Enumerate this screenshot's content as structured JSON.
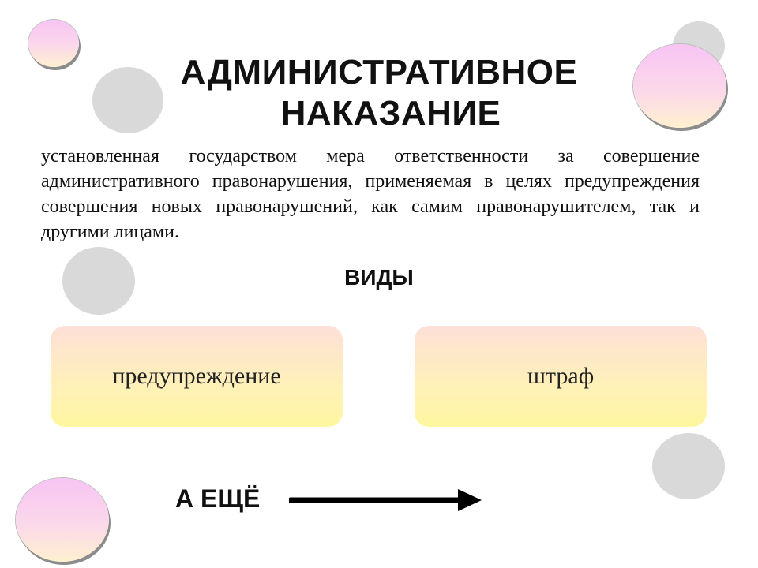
{
  "title": {
    "line1": "АДМИНИСТРАТИВНОЕ",
    "line2": "НАКАЗАНИЕ"
  },
  "definition": "установленная государством мера ответственности за совершение административного правонарушения, применяемая в целях предупреждения совершения новых правонарушений, как самим правонарушителем, так и другими лицами.",
  "kinds_heading": "ВИДЫ",
  "kinds": [
    {
      "label": "предупреждение"
    },
    {
      "label": "штраф"
    }
  ],
  "more": {
    "label": "А ЕЩЁ"
  },
  "colors": {
    "gray_circle": "#d9d9d9",
    "card_top": "#fde0d8",
    "card_bottom": "#fff6a0",
    "pink_circle": "#f8c4f4"
  }
}
